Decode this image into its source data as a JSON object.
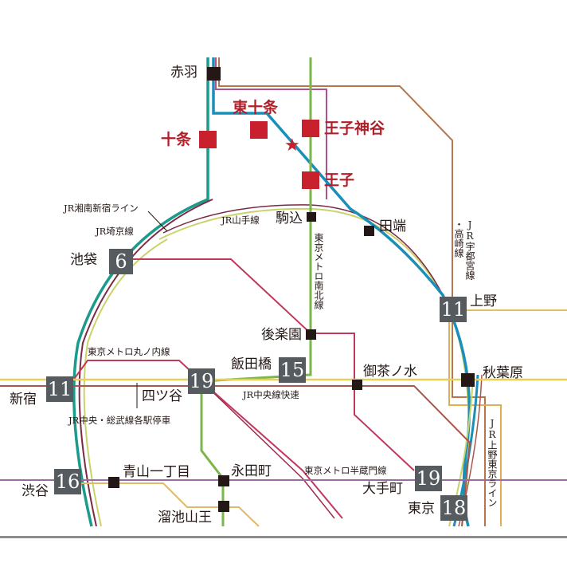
{
  "colors": {
    "yamanote": "#c9d36a",
    "keihin": "#1a8fb8",
    "saikyo": "#1b9b8c",
    "shonan": "#7a2a45",
    "namboku": "#7ab648",
    "marunouchi": "#c2385a",
    "hanzomon": "#9a6aa6",
    "chuo_rapid": "#a8584a",
    "chuo_local": "#e7cf5a",
    "ginza": "#e2b86a",
    "utsunomiya": "#b8744a",
    "ueno_tokyo": "#e0b050",
    "badge_bg": "#555b5f",
    "station_marker": "#231815",
    "highlight_station": "#c8202c",
    "highlight_text": "#b0202a",
    "bottom_rule": "#8c8c8c"
  },
  "highlight_stations": [
    {
      "name": "東十条"
    },
    {
      "name": "十条"
    },
    {
      "name": "王子神谷"
    },
    {
      "name": "王子"
    }
  ],
  "property_marker": {
    "icon": "star-icon",
    "glyph": "★"
  },
  "stations": {
    "akabane": "赤羽",
    "komagome": "駒込",
    "tabata": "田端",
    "ikebukuro": "池袋",
    "ueno": "上野",
    "korakuen": "後楽園",
    "iidabashi": "飯田橋",
    "ochanomizu": "御茶ノ水",
    "akihabara": "秋葉原",
    "shinjuku": "新宿",
    "yotsuya": "四ツ谷",
    "shibuya": "渋谷",
    "aoyama_itchome": "青山一丁目",
    "nagatacho": "永田町",
    "tameike_sanno": "溜池山王",
    "otemachi": "大手町",
    "tokyo": "東京"
  },
  "travel_minutes": {
    "ikebukuro": "6",
    "ueno": "11",
    "iidabashi": "15",
    "shinjuku": "11",
    "yotsuya": "19",
    "shibuya": "16",
    "otemachi": "19",
    "tokyo": "18"
  },
  "line_labels": {
    "shonan_shinjuku": "JR湘南新宿ライン",
    "saikyo": "JR埼京線",
    "yamanote": "JR山手線",
    "namboku": "東京メトロ南北線",
    "utsunomiya": "JR宇都宮線",
    "takasaki": "・高崎線",
    "marunouchi": "東京メトロ丸ノ内線",
    "chuo_rapid": "JR中央線快速",
    "chuo_sobu_local": "JR中央・総武線各駅停車",
    "hanzomon": "東京メトロ半蔵門線",
    "ueno_tokyo": "JR上野東京ライン"
  }
}
